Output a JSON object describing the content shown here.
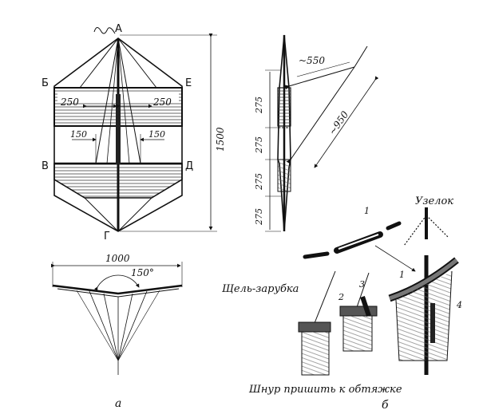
{
  "view_a": {
    "vertices": {
      "A": "А",
      "B": "Б",
      "E": "Е",
      "V": "В",
      "D": "Д",
      "G": "Г"
    },
    "dims": {
      "width_top": "250",
      "width_top2": "250",
      "inner_left": "150",
      "inner_right": "150",
      "height": "1500"
    }
  },
  "front_view": {
    "span": "1000",
    "angle": "150°"
  },
  "side_view": {
    "dims": {
      "top_offset": "~550",
      "bridle": "~950",
      "s1": "275",
      "s2": "275",
      "s3": "275",
      "s4": "275"
    }
  },
  "detail_b": {
    "knot": "Узелок",
    "notch": "Щель-зарубка",
    "cord_note": "Шнур пришить к обтяжке",
    "n1a": "1",
    "n1b": "1",
    "n2": "2",
    "n3": "3",
    "n4": "4"
  },
  "captions": {
    "a": "а",
    "b": "б"
  }
}
